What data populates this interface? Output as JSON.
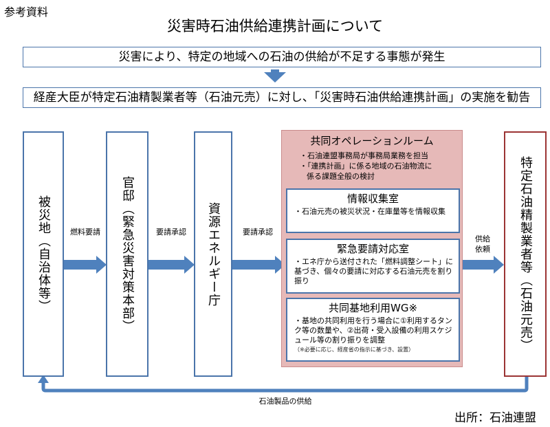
{
  "reference_label": "参考資料",
  "title": "災害時石油供給連携計画について",
  "banner_top": "災害により、特定の地域への石油の供給が不足する事態が発生",
  "banner_second": "経産大臣が特定石油精製業者等（石油元売）に対し、「災害時石油供給連携計画」の実施を勧告",
  "nodes": {
    "disaster_area": "被災地（自治体等）",
    "official_residence": "官邸（緊急災害対策本部）",
    "energy_agency": "資源エネルギー庁",
    "supplier": "特定石油精製業者等（石油元売）"
  },
  "edges": {
    "fuel_request": "燃料要請",
    "request_approval_1": "要請承認",
    "request_approval_2": "要請承認",
    "supply_request_line1": "供給",
    "supply_request_line2": "依頼",
    "product_supply": "石油製品の供給"
  },
  "joint_operations": {
    "title": "共同オペレーションルーム",
    "bullet1": "・石油連盟事務局が事務局業務を担当",
    "bullet2": "・「連携計画」に係る地域の石油物流に",
    "bullet2_cont": "係る課題全般の検討",
    "rooms": [
      {
        "title": "情報収集室",
        "desc": "・石油元売の被災状況・在庫量等を情報収集"
      },
      {
        "title": "緊急要請対応室",
        "desc": "・エネ庁から送付された「燃料調整シート」に基づき、個々の要請に対応する石油元売を割り振り"
      },
      {
        "title": "共同基地利用WG※",
        "desc": "・基地の共同利用を行う場合に①利用するタンク等の数量や、②出荷・受入設備の利用スケジュール等の割り振りを調整",
        "note": "（※必要に応じ、経産省の指示に基づき、設置）"
      }
    ]
  },
  "source": "出所：石油連盟",
  "colors": {
    "arrow": "#4f81bd",
    "box_border": "#4a74aa",
    "ops_bg": "#e6b9b8",
    "supplier_border": "#9b3333"
  }
}
